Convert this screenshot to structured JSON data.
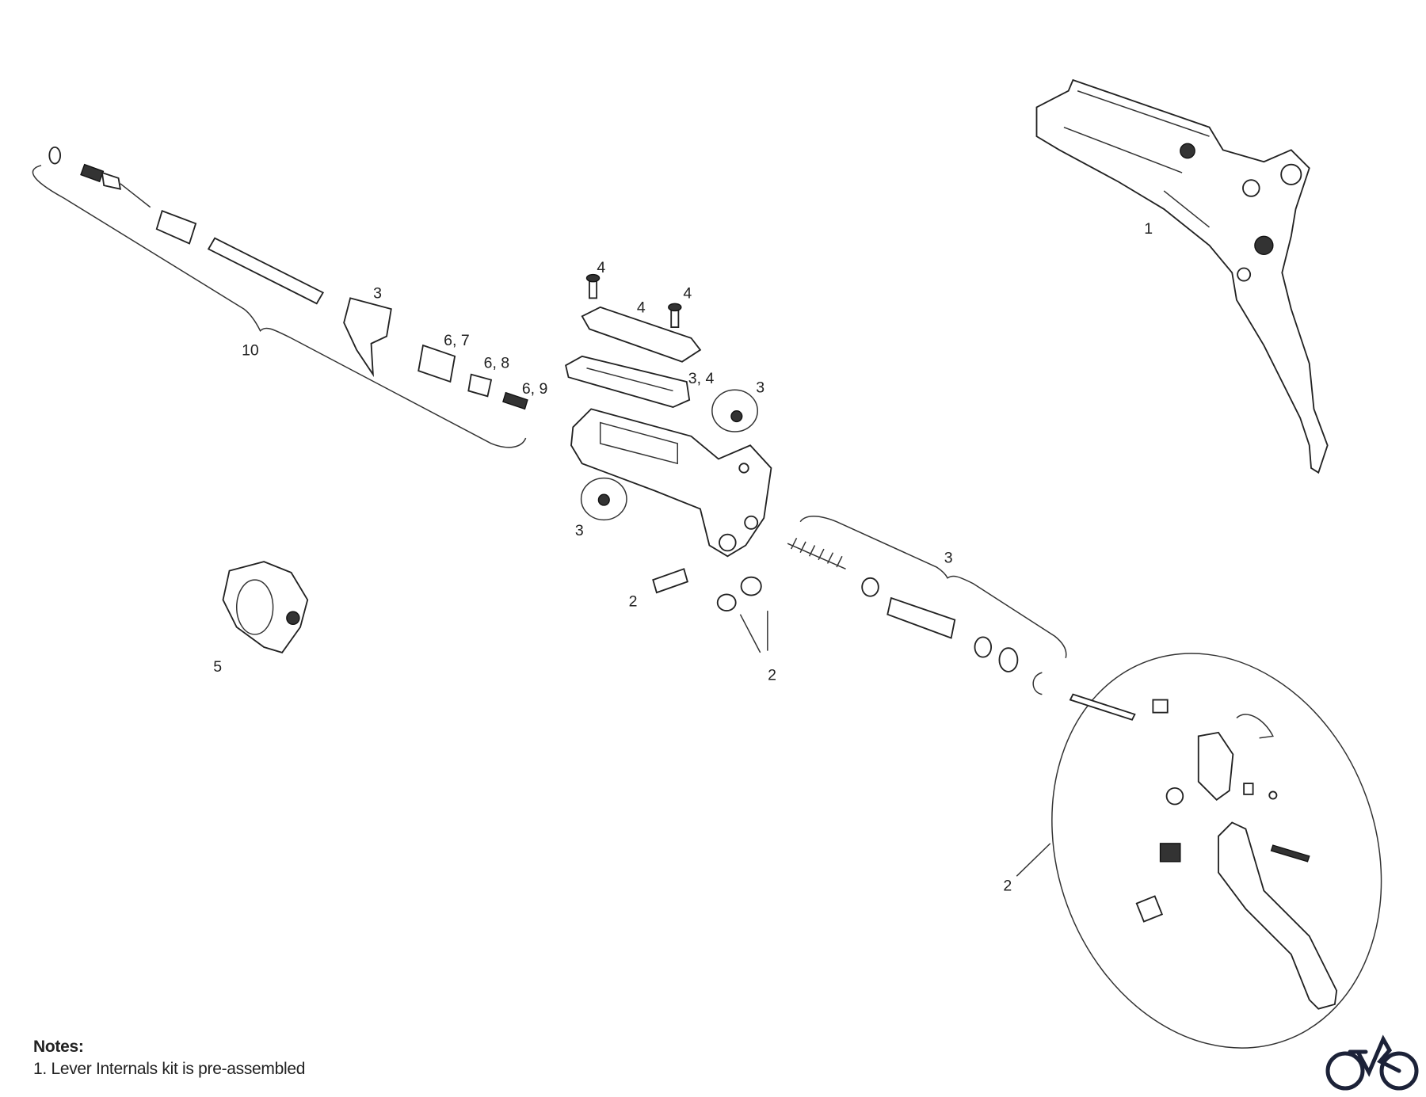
{
  "callouts": {
    "lever_assembly": "1",
    "bolt_top": "4",
    "reservoir_cap": "4",
    "bolt_right": "4",
    "hose_cover": "3",
    "hose_kit": "10",
    "compression_nut": "6, 7",
    "olive": "6, 8",
    "barb": "6, 9",
    "diaphragm": "3, 4",
    "bleed_port_right": "3",
    "bleed_port_left": "3",
    "piston_kit": "3",
    "pivot_pin": "2",
    "washers": "2",
    "clamp": "5",
    "lever_internals": "2"
  },
  "notes": {
    "title": "Notes:",
    "items": [
      "1. Lever Internals kit is pre-assembled"
    ]
  },
  "logo": {
    "name": "bicycle-logo",
    "color": "#1c2238"
  }
}
